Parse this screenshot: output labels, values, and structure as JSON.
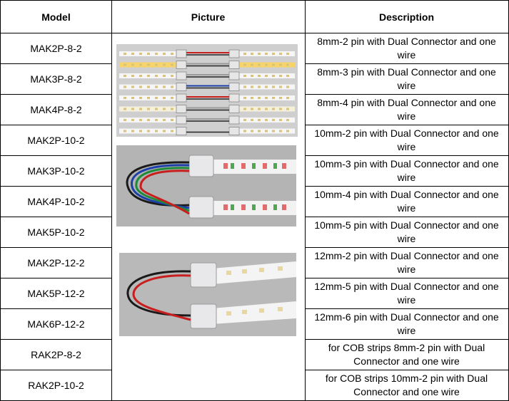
{
  "table": {
    "headers": {
      "model": "Model",
      "picture": "Picture",
      "description": "Description"
    },
    "rows": [
      {
        "model": "MAK2P-8-2",
        "description": "8mm-2 pin with Dual Connector and one wire"
      },
      {
        "model": "MAK3P-8-2",
        "description": "8mm-3 pin with Dual Connector and one wire"
      },
      {
        "model": "MAK4P-8-2",
        "description": "8mm-4 pin with Dual Connector and one wire"
      },
      {
        "model": "MAK2P-10-2",
        "description": "10mm-2 pin with Dual Connector and one wire"
      },
      {
        "model": "MAK3P-10-2",
        "description": "10mm-3 pin with Dual Connector and one wire"
      },
      {
        "model": "MAK4P-10-2",
        "description": "10mm-4 pin with Dual Connector and one wire"
      },
      {
        "model": "MAK5P-10-2",
        "description": "10mm-5 pin with Dual Connector and one wire"
      },
      {
        "model": "MAK2P-12-2",
        "description": "12mm-2 pin with Dual Connector and one wire"
      },
      {
        "model": "MAK5P-12-2",
        "description": "12mm-5 pin with Dual Connector and one wire"
      },
      {
        "model": "MAK6P-12-2",
        "description": "12mm-6 pin with Dual Connector and one wire"
      },
      {
        "model": "RAK2P-8-2",
        "description": "for COB strips 8mm-2 pin with Dual Connector and one wire"
      },
      {
        "model": "RAK2P-10-2",
        "description": "for COB strips 10mm-2 pin with Dual Connector and one wire"
      }
    ]
  },
  "colors": {
    "border": "#000000",
    "strip_white": "#eeeeee",
    "wire_red": "#c81e1e",
    "wire_black": "#1a1a1a",
    "wire_blue": "#1d3fa8",
    "wire_green": "#1e8a3a",
    "photo_bg": "#b9b9b9"
  }
}
